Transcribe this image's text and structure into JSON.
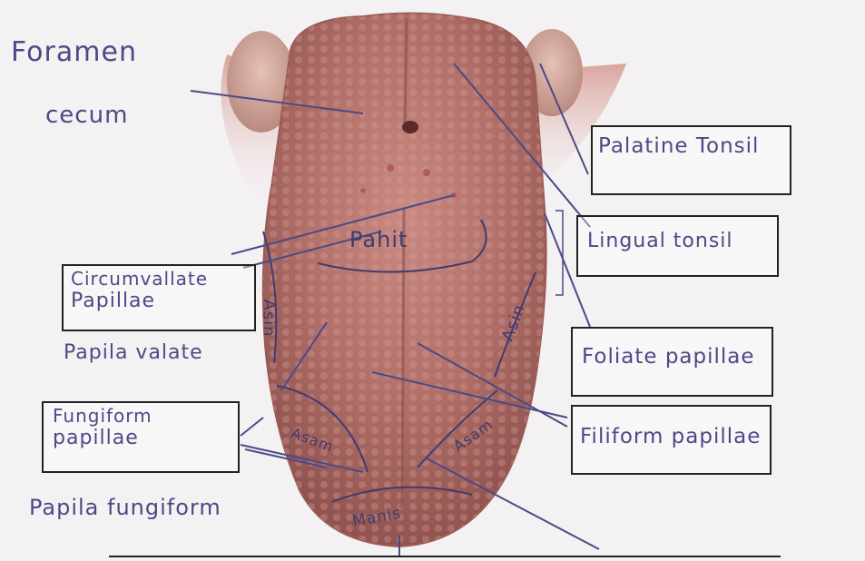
{
  "labels": {
    "foramen_cecum": {
      "line1": "Foramen",
      "line2": "cecum"
    },
    "palatine_tonsil": "Palatine Tonsil",
    "lingual_tonsil": "Lingual tonsil",
    "circumvallate": {
      "line1": "Circumvallate",
      "line2": "Papillae"
    },
    "papila_valate": "Papila valate",
    "foliate_papillae": "Foliate papillae",
    "fungiform": {
      "line1": "Fungiform",
      "line2": "papillae"
    },
    "papila_fungiform": "Papila fungiform",
    "filiform_papillae": "Filiform papillae"
  },
  "taste_zones": {
    "bitter": "Pahit",
    "salty_left": "Asin",
    "salty_right": "Asin",
    "sour_left": "Asam",
    "sour_right": "Asam",
    "sweet": "Manis"
  },
  "colors": {
    "ink": "#4b4a86",
    "box_border": "#222222",
    "tongue_base": "#b0706a",
    "tongue_shadow": "#8a4d4a",
    "background": "#f4f1f3"
  }
}
